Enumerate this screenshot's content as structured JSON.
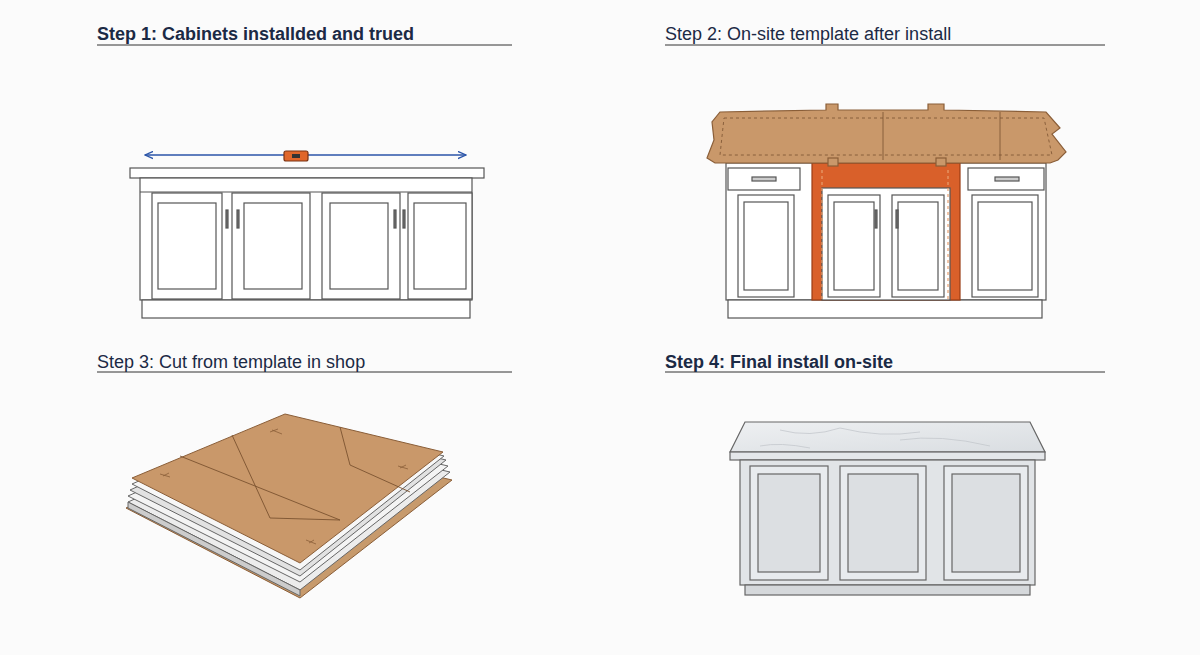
{
  "diagram": {
    "labels": [
      "Step 1: Cabinets installded and trued",
      "Step 2: On-site template after install",
      "Step 3: Cut from template in shop",
      "Step 4: Final install on-site"
    ]
  }
}
